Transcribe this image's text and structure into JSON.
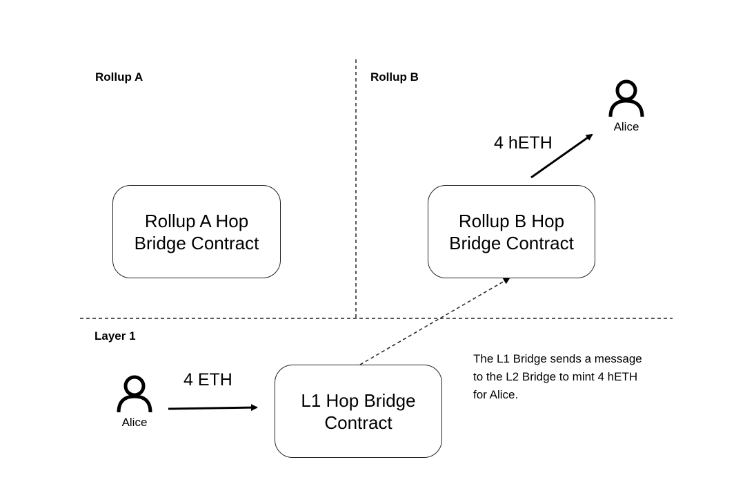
{
  "regions": {
    "rollup_a": "Rollup A",
    "rollup_b": "Rollup B",
    "layer_1": "Layer 1"
  },
  "contracts": {
    "rollup_a": "Rollup A Hop Bridge Contract",
    "rollup_b": "Rollup B Hop Bridge Contract",
    "l1": "L1 Hop Bridge Contract"
  },
  "transfers": {
    "deposit": "4 ETH",
    "payout": "4 hETH"
  },
  "users": {
    "sender": "Alice",
    "recipient": "Alice"
  },
  "note": "The L1 Bridge sends a message to the L2 Bridge to mint 4 hETH for Alice.",
  "icons": [
    "person-icon",
    "arrow-icon"
  ]
}
